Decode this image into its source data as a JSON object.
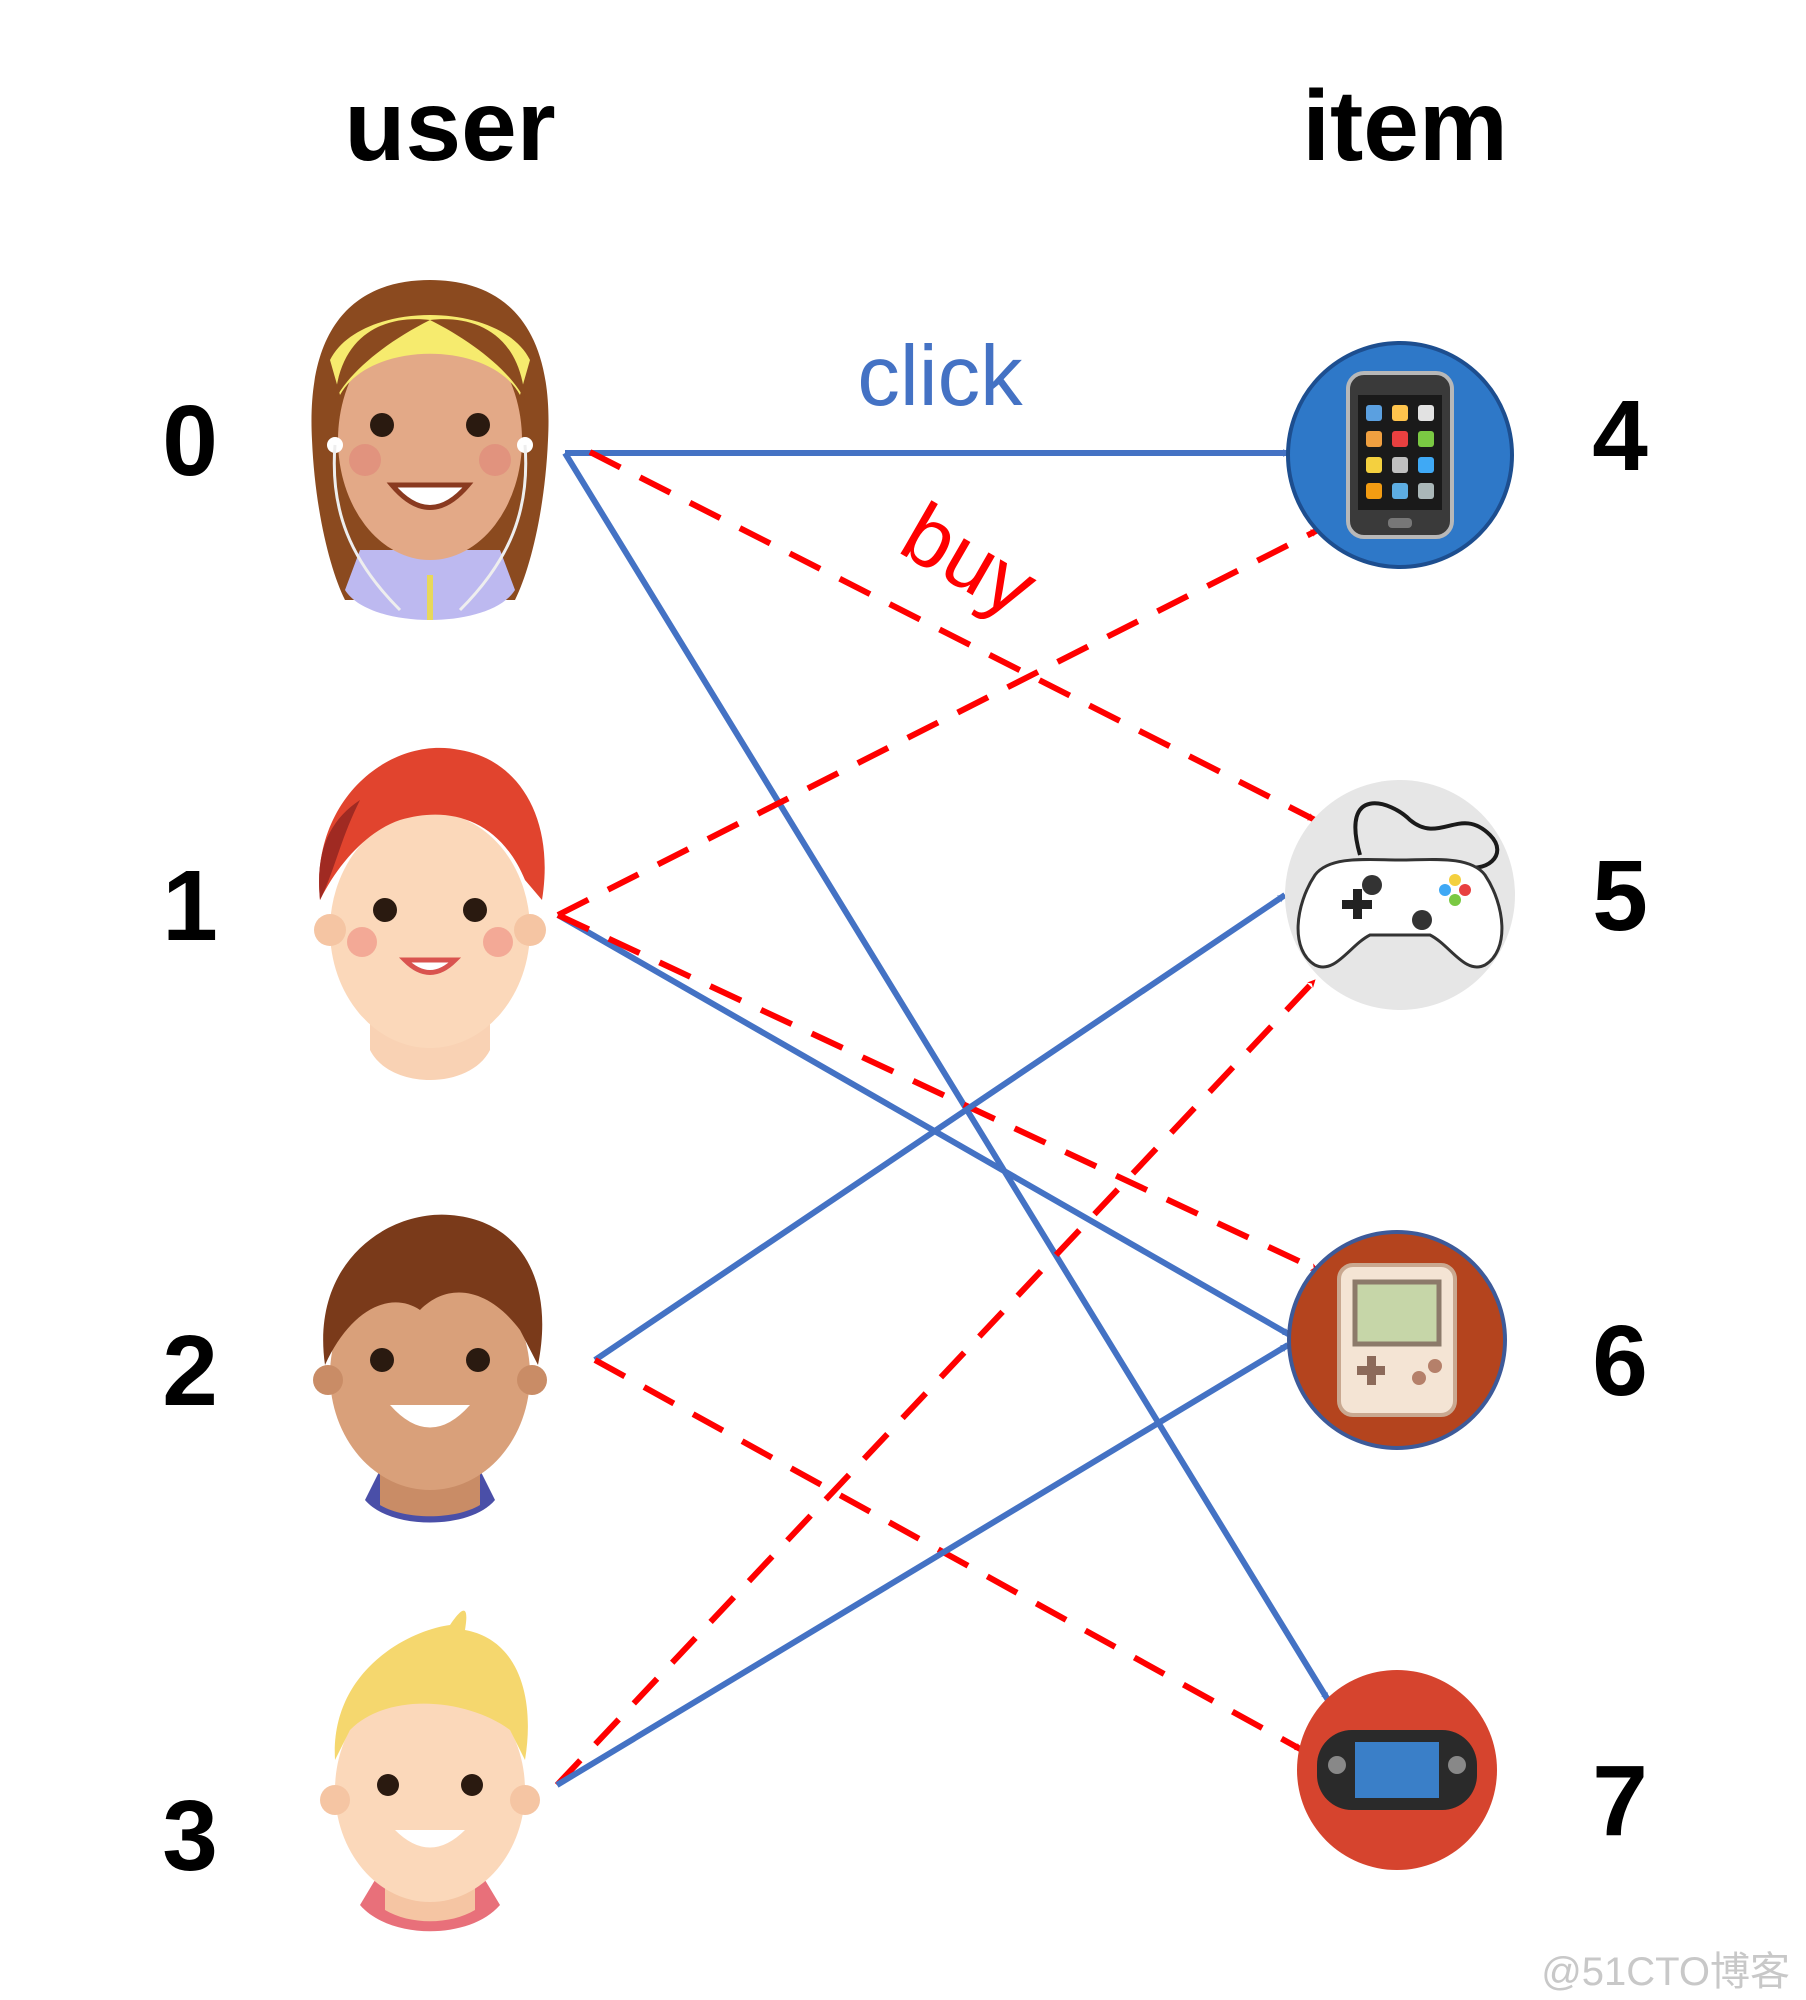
{
  "headers": {
    "user": "user",
    "item": "item"
  },
  "users": [
    {
      "id": "0",
      "avatar": "girl-headband-avatar-icon"
    },
    {
      "id": "1",
      "avatar": "redhair-boy-avatar-icon"
    },
    {
      "id": "2",
      "avatar": "brownhair-boy-avatar-icon"
    },
    {
      "id": "3",
      "avatar": "blonde-boy-avatar-icon"
    }
  ],
  "items": [
    {
      "id": "4",
      "icon": "smartphone-icon"
    },
    {
      "id": "5",
      "icon": "game-controller-icon"
    },
    {
      "id": "6",
      "icon": "gameboy-icon"
    },
    {
      "id": "7",
      "icon": "handheld-console-icon"
    }
  ],
  "edge_labels": {
    "click": "click",
    "buy": "buy"
  },
  "edges": [
    {
      "from": "0",
      "to": "4",
      "type": "click"
    },
    {
      "from": "0",
      "to": "5",
      "type": "buy"
    },
    {
      "from": "0",
      "to": "7",
      "type": "click"
    },
    {
      "from": "1",
      "to": "4",
      "type": "buy"
    },
    {
      "from": "1",
      "to": "6",
      "type": "click"
    },
    {
      "from": "1",
      "to": "6",
      "type": "buy"
    },
    {
      "from": "2",
      "to": "5",
      "type": "click"
    },
    {
      "from": "2",
      "to": "7",
      "type": "buy"
    },
    {
      "from": "3",
      "to": "5",
      "type": "buy"
    },
    {
      "from": "3",
      "to": "6",
      "type": "click"
    }
  ],
  "colors": {
    "click": "#4472C4",
    "buy": "#FF0000"
  },
  "watermark": "@51CTO博客"
}
